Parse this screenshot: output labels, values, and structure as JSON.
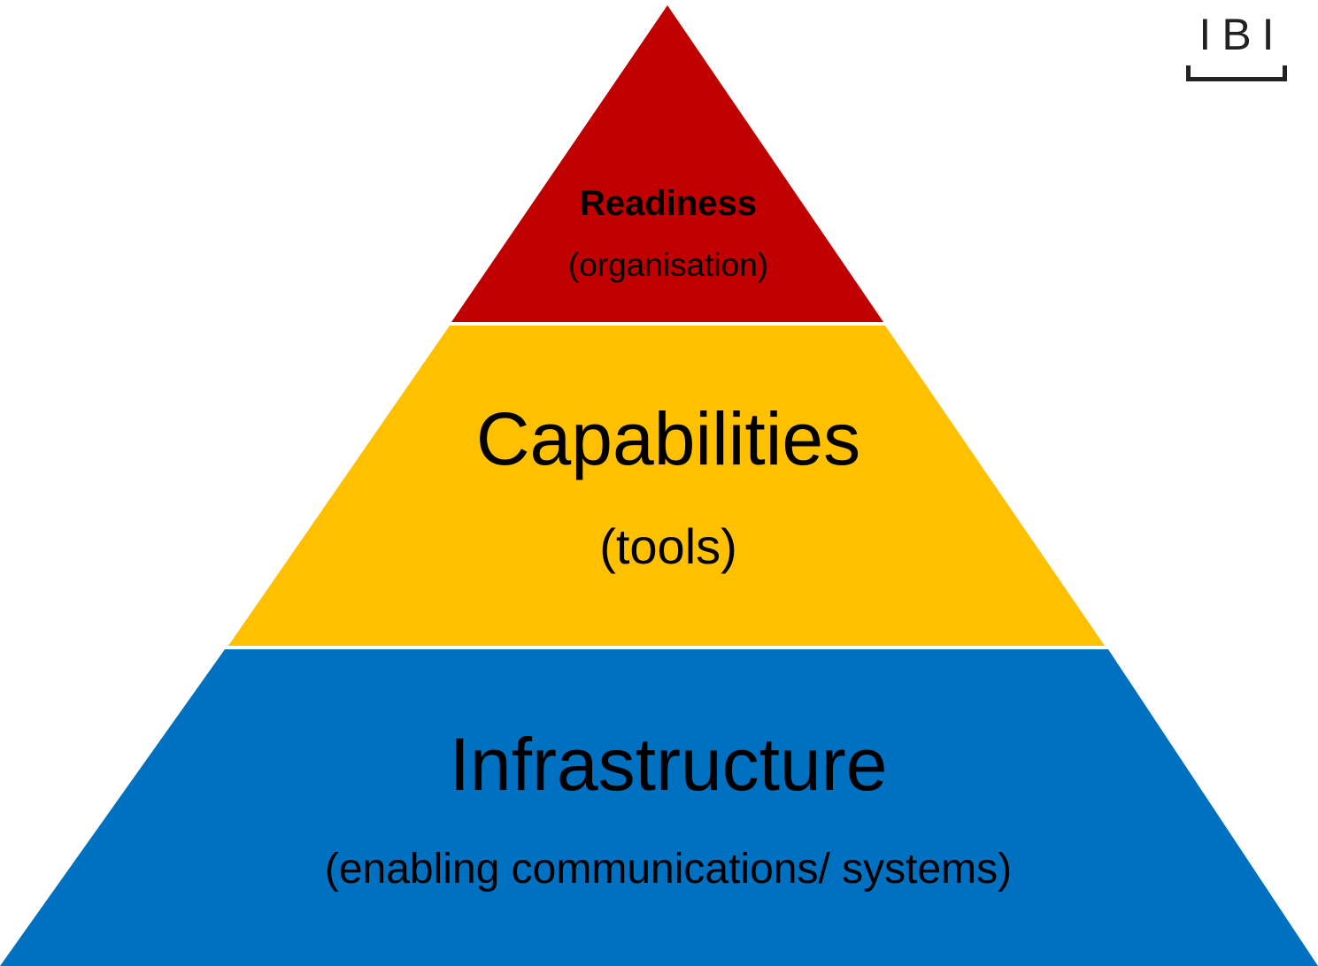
{
  "logo": {
    "text": "IBI"
  },
  "colors": {
    "readiness": "#C00000",
    "capabilities": "#FFC000",
    "infrastructure": "#0070C0",
    "separator": "#ffffff"
  },
  "tiers": {
    "readiness": {
      "title": "Readiness",
      "subtitle": "(organisation)"
    },
    "capabilities": {
      "title": "Capabilities",
      "subtitle": "(tools)"
    },
    "infrastructure": {
      "title": "Infrastructure",
      "subtitle": "(enabling communications/ systems)"
    }
  }
}
